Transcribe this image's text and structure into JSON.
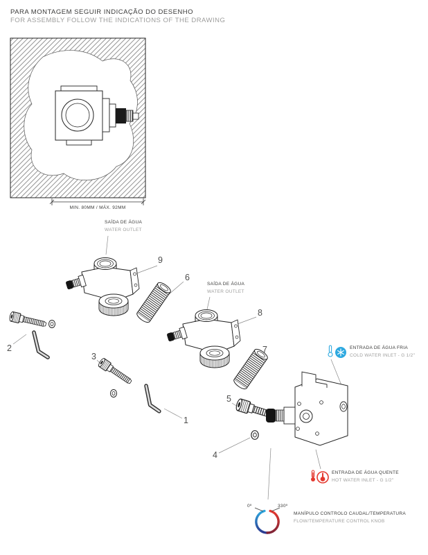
{
  "header": {
    "pt": "PARA MONTAGEM SEGUIR INDICAÇÃO DO DESENHO",
    "en": "FOR ASSEMBLY FOLLOW THE INDICATIONS OF THE DRAWING"
  },
  "wall_section": {
    "dimension": "MIN. 80MM / MÁX. 92MM"
  },
  "labels": {
    "water_outlet_1": {
      "pt": "SAÍDA DE ÁGUA",
      "en": "WATER OUTLET"
    },
    "water_outlet_2": {
      "pt": "SAÍDA DE ÁGUA",
      "en": "WATER OUTLET"
    },
    "cold_water_inlet": {
      "pt": "ENTRADA DE ÁGUA FRIA",
      "en": "COLD WATER INLET - G 1/2\""
    },
    "hot_water_inlet": {
      "pt": "ENTRADA DE ÁGUA QUENTE",
      "en": "HOT WATER INLET - G 1/2\""
    },
    "control_knob": {
      "pt": "MANÍPULO CONTROLO CAUDAL/TEMPERATURA",
      "en": "FLOW/TEMPERATURE CONTROL KNOB"
    }
  },
  "part_numbers": [
    "1",
    "2",
    "3",
    "4",
    "5",
    "6",
    "7",
    "8",
    "9"
  ],
  "gauge": {
    "min_angle": "0º",
    "max_angle": "330º"
  },
  "icons": {
    "cold": "snowflake-icon",
    "hot": "thermometer-icon"
  },
  "colors": {
    "ink": "#3a3a39",
    "muted": "#9c9c9b",
    "cold_blue": "#2ea9e0",
    "hot_red": "#e4392f"
  }
}
